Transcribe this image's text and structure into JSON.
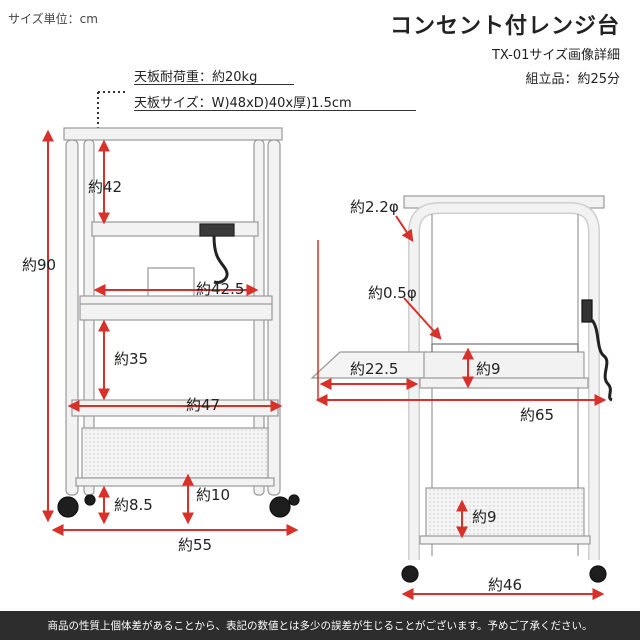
{
  "header": {
    "unit_note": "サイズ単位：cm",
    "title": "コンセント付レンジ台",
    "subtitle": "TX-01サイズ画像詳細",
    "assembly": "組立品：約25分"
  },
  "specs": {
    "load": "天板耐荷重：約20kg",
    "top_size": "天板サイズ：W)48xD)40x厚)1.5cm"
  },
  "front_dims": {
    "height_total": "約90",
    "upper_gap": "約42",
    "upper_width": "約42.5",
    "middle_gap": "約35",
    "shelf_width": "約47",
    "bottom_clearance": "約8.5",
    "lower_gap": "約10",
    "overall_width": "約55"
  },
  "side_dims": {
    "frame_diameter": "約2.2φ",
    "rail_diameter": "約0.5φ",
    "slide_depth": "約22.5",
    "rail_height": "約9",
    "overall_depth": "約65",
    "lower_rail_height": "約9",
    "base_depth": "約46"
  },
  "footer": {
    "notice": "商品の性質上個体差があることから、表記の数値とは多少の誤差が生じることがございます。予めご了承ください。"
  },
  "colors": {
    "dimension_red": "#d9302a",
    "frame": "#f2f2f2",
    "frame_edge": "#9a9a9a",
    "footer_bg": "#2d2d2d"
  }
}
